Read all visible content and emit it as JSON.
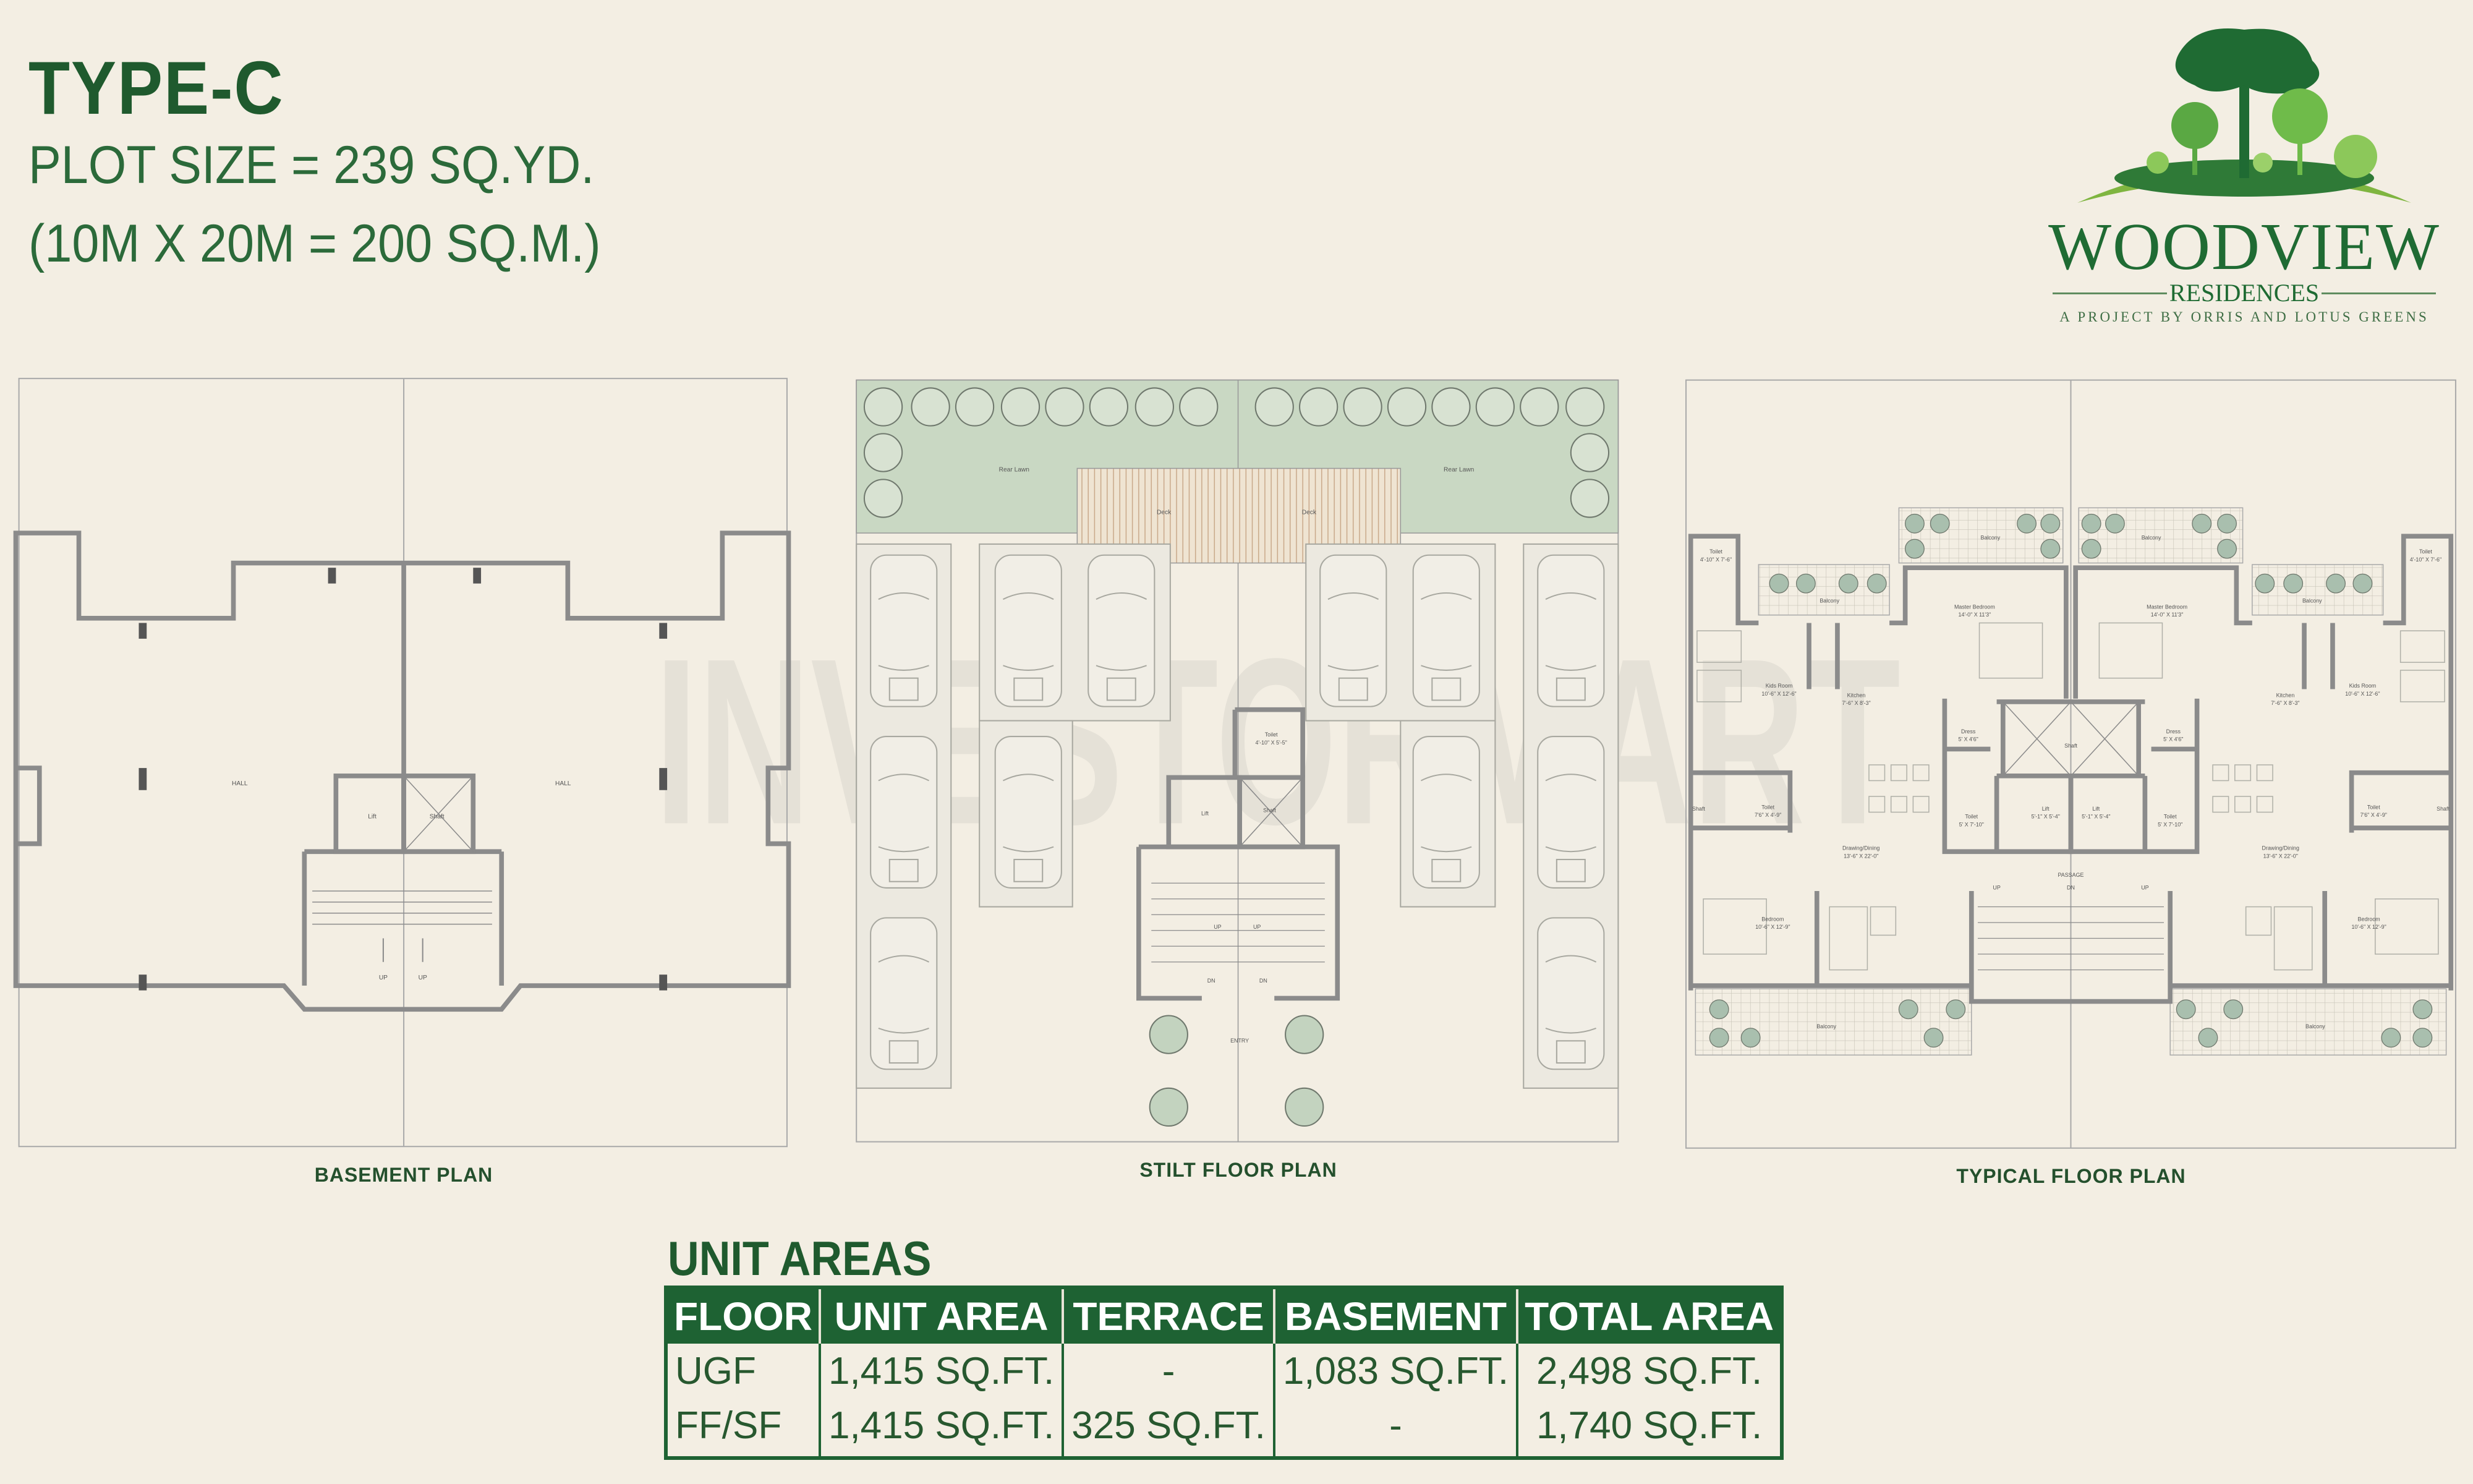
{
  "header": {
    "type": "TYPE-C",
    "plot_size": "PLOT SIZE = 239 SQ.YD.",
    "plot_dims": "(10M X 20M = 200 SQ.M.)"
  },
  "logo": {
    "name": "WOODVIEW",
    "sub": "RESIDENCES",
    "tagline": "A PROJECT BY ORRIS AND LOTUS GREENS"
  },
  "watermark": "INVESTORMART",
  "plans": {
    "basement": {
      "label": "BASEMENT PLAN",
      "hall": "HALL",
      "lift": "Lift",
      "shaft": "Shaft",
      "up": "UP"
    },
    "stilt": {
      "label": "STILT FLOOR PLAN",
      "rear_lawn": "Rear Lawn",
      "deck": "Deck",
      "toilet": "Toilet",
      "toilet_size": "4'-10\" X 5'-5\"",
      "lift": "Lift",
      "shaft": "Shaft",
      "up": "UP",
      "dn": "DN",
      "entry": "ENTRY"
    },
    "typical": {
      "label": "TYPICAL FLOOR PLAN",
      "toilet": "Toilet",
      "toilet1_size": "4'-10\" X 7'-6\"",
      "toilet2_size": "7'6\" X 4'-9\"",
      "toilet3_size": "5' X 7'-10\"",
      "balcony": "Balcony",
      "master": "Master Bedroom",
      "master_size": "14'-0\" X 11'3\"",
      "kids": "Kids Room",
      "kids_size": "10'-6\" X 12'-6\"",
      "kitchen": "Kitchen",
      "kitchen_size": "7'-6\" X 8'-3\"",
      "dress": "Dress",
      "dress_size": "5' X 4'6\"",
      "shaft": "Shaft",
      "lift": "Lift",
      "lift_size": "5'-1\" X 5'-4\"",
      "drawing": "Drawing/Dining",
      "drawing_size": "13'-6\" X 22'-0\"",
      "bedroom": "Bedroom",
      "bedroom_size": "10'-6\" X 12'-9\"",
      "passage": "PASSAGE",
      "up": "UP",
      "dn": "DN"
    }
  },
  "unit_areas": {
    "title": "UNIT AREAS",
    "columns": [
      "FLOOR",
      "UNIT AREA",
      "TERRACE",
      "BASEMENT",
      "TOTAL AREA"
    ],
    "rows": [
      [
        "UGF",
        "1,415 SQ.FT.",
        "-",
        "1,083 SQ.FT.",
        "2,498 SQ.FT."
      ],
      [
        "FF/SF",
        "1,415 SQ.FT.",
        "325 SQ.FT.",
        "-",
        "1,740 SQ.FT."
      ]
    ]
  },
  "colors": {
    "brand_green": "#1e6233",
    "background": "#f3eee3",
    "lawn": "#c9d8c3"
  }
}
